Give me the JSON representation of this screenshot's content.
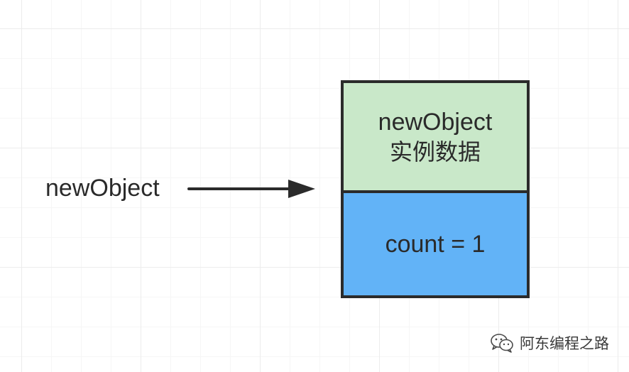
{
  "reference": {
    "label": "newObject"
  },
  "object_box": {
    "instance_title": "newObject",
    "instance_subtitle": "实例数据",
    "count_text": "count = 1"
  },
  "watermark": {
    "icon": "wechat-icon",
    "text": "阿东编程之路"
  },
  "colors": {
    "instance_fill": "#c9e8c9",
    "count_fill": "#62b3f7",
    "border": "#2b2b2b",
    "arrow": "#2b2b2b",
    "text": "#2a2a2a"
  }
}
